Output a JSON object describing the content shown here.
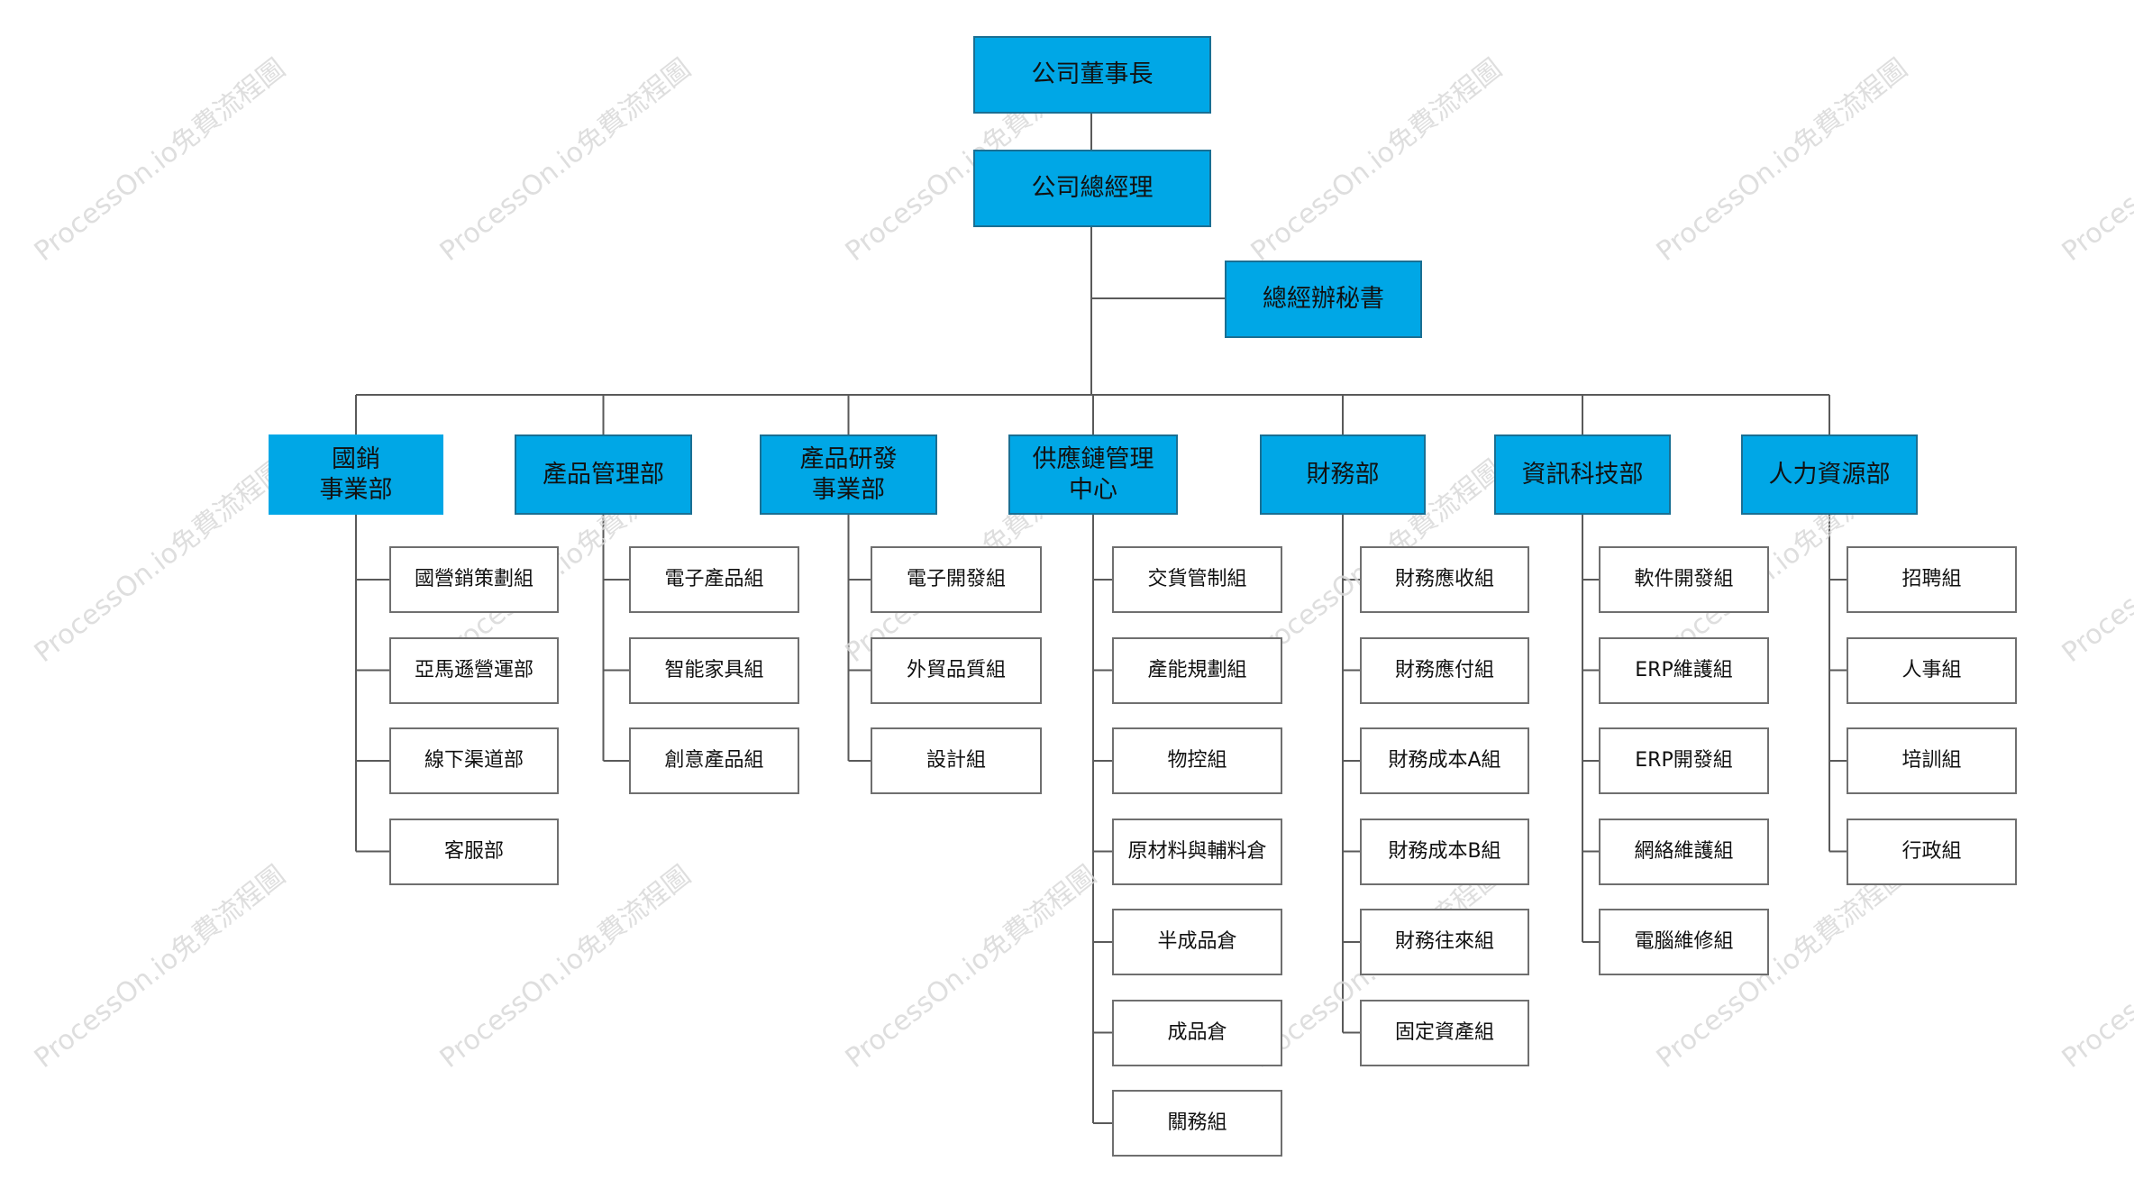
{
  "chairman": "公司董事長",
  "general_manager": "公司總經理",
  "secretary": "總經辦秘書",
  "watermark": "ProcessOn.io免費流程圖",
  "departments": [
    {
      "name": "國銷\n事業部",
      "children": [
        "國營銷策劃組",
        "亞馬遜營運部",
        "線下渠道部",
        "客服部"
      ]
    },
    {
      "name": "產品管理部",
      "children": [
        "電子產品組",
        "智能家具組",
        "創意產品組"
      ]
    },
    {
      "name": "產品研發\n事業部",
      "children": [
        "電子開發組",
        "外貿品質組",
        "設計組"
      ]
    },
    {
      "name": "供應鏈管理\n中心",
      "children": [
        "交貨管制組",
        "產能規劃組",
        "物控組",
        "原材料與輔料倉",
        "半成品倉",
        "成品倉",
        "關務組"
      ]
    },
    {
      "name": "財務部",
      "children": [
        "財務應收組",
        "財務應付組",
        "財務成本A組",
        "財務成本B組",
        "財務往來組",
        "固定資產組"
      ]
    },
    {
      "name": "資訊科技部",
      "children": [
        "軟件開發組",
        "ERP維護組",
        "ERP開發組",
        "網絡維護組",
        "電腦維修組"
      ]
    },
    {
      "name": "人力資源部",
      "children": [
        "招聘組",
        "人事組",
        "培訓組",
        "行政組"
      ]
    }
  ],
  "colors": {
    "node_fill": "#00a7e6",
    "node_border": "#1a6f93",
    "line": "#5a5a5a",
    "watermark": "#d9d9d9"
  }
}
